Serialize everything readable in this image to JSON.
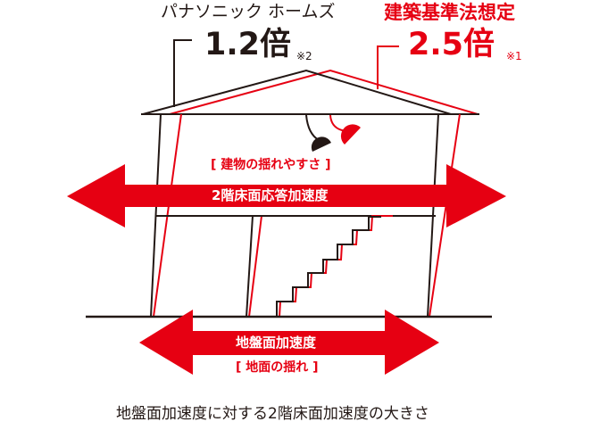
{
  "colors": {
    "accent": "#e60012",
    "ink": "#231815"
  },
  "panasonic": {
    "name": "パナソニック ホームズ",
    "ratio": "1.2倍",
    "note": "※2"
  },
  "standard": {
    "name": "建築基準法想定",
    "ratio": "2.5倍",
    "note": "※1"
  },
  "labels": {
    "building_sway": "[ 建物の揺れやすさ ]",
    "floor_accel": "2階床面応答加速度",
    "ground_accel": "地盤面加速度",
    "ground_sway": "[ 地面の揺れ ]"
  },
  "caption": "地盤面加速度に対する2階床面加速度の大きさ"
}
